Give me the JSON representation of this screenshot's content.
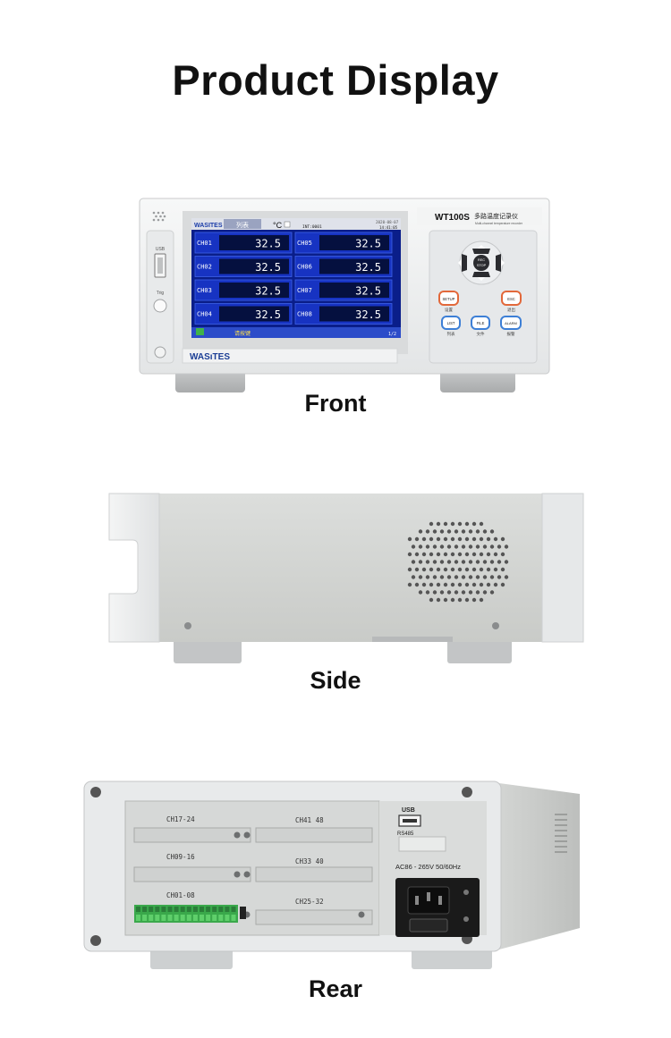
{
  "page": {
    "title": "Product Display"
  },
  "captions": {
    "front": "Front",
    "side": "Side",
    "rear": "Rear"
  },
  "front": {
    "brand": "WASITES",
    "brand_logo": "WASıTES",
    "model": "WT100S",
    "model_cn": "多路温度记录仪",
    "model_sub": "Multi-channel temperature recorder",
    "usb_label": "USB",
    "trig_label": "Trig",
    "screen": {
      "tab": "列表",
      "unit": "°C",
      "date": "2020-08-07",
      "time": "14:41:05",
      "interval": "INT:0001",
      "status": "请按键",
      "page": "1/2",
      "channels": [
        {
          "name": "CH01",
          "value": "32.5"
        },
        {
          "name": "CH02",
          "value": "32.5"
        },
        {
          "name": "CH03",
          "value": "32.5"
        },
        {
          "name": "CH04",
          "value": "32.5"
        },
        {
          "name": "CH05",
          "value": "32.5"
        },
        {
          "name": "CH06",
          "value": "32.5"
        },
        {
          "name": "CH07",
          "value": "32.5"
        },
        {
          "name": "CH08",
          "value": "32.5"
        }
      ]
    },
    "keys": {
      "rec_stop": "REC\nSTOP",
      "setup": "SETUP",
      "setup_cn": "设置",
      "esc": "ESC",
      "esc_cn": "退出",
      "list": "LIST",
      "list_cn": "列表",
      "file": "FILE",
      "file_cn": "文件",
      "alarm": "ALARM",
      "alarm_cn": "报警"
    },
    "colors": {
      "body": "#eef0f1",
      "screen_bg": "#0a1e8a",
      "display_text": "#ffffff",
      "key_red": "#e2683a",
      "key_blue": "#3d7fd6"
    }
  },
  "rear": {
    "slots": [
      "CH17-24",
      "CH41 48",
      "CH09-16",
      "CH33 40",
      "CH01-08",
      "CH25-32"
    ],
    "usb_label": "USB",
    "rs485_label": "RS485",
    "power_label": "AC86 - 265V 50/60Hz"
  }
}
